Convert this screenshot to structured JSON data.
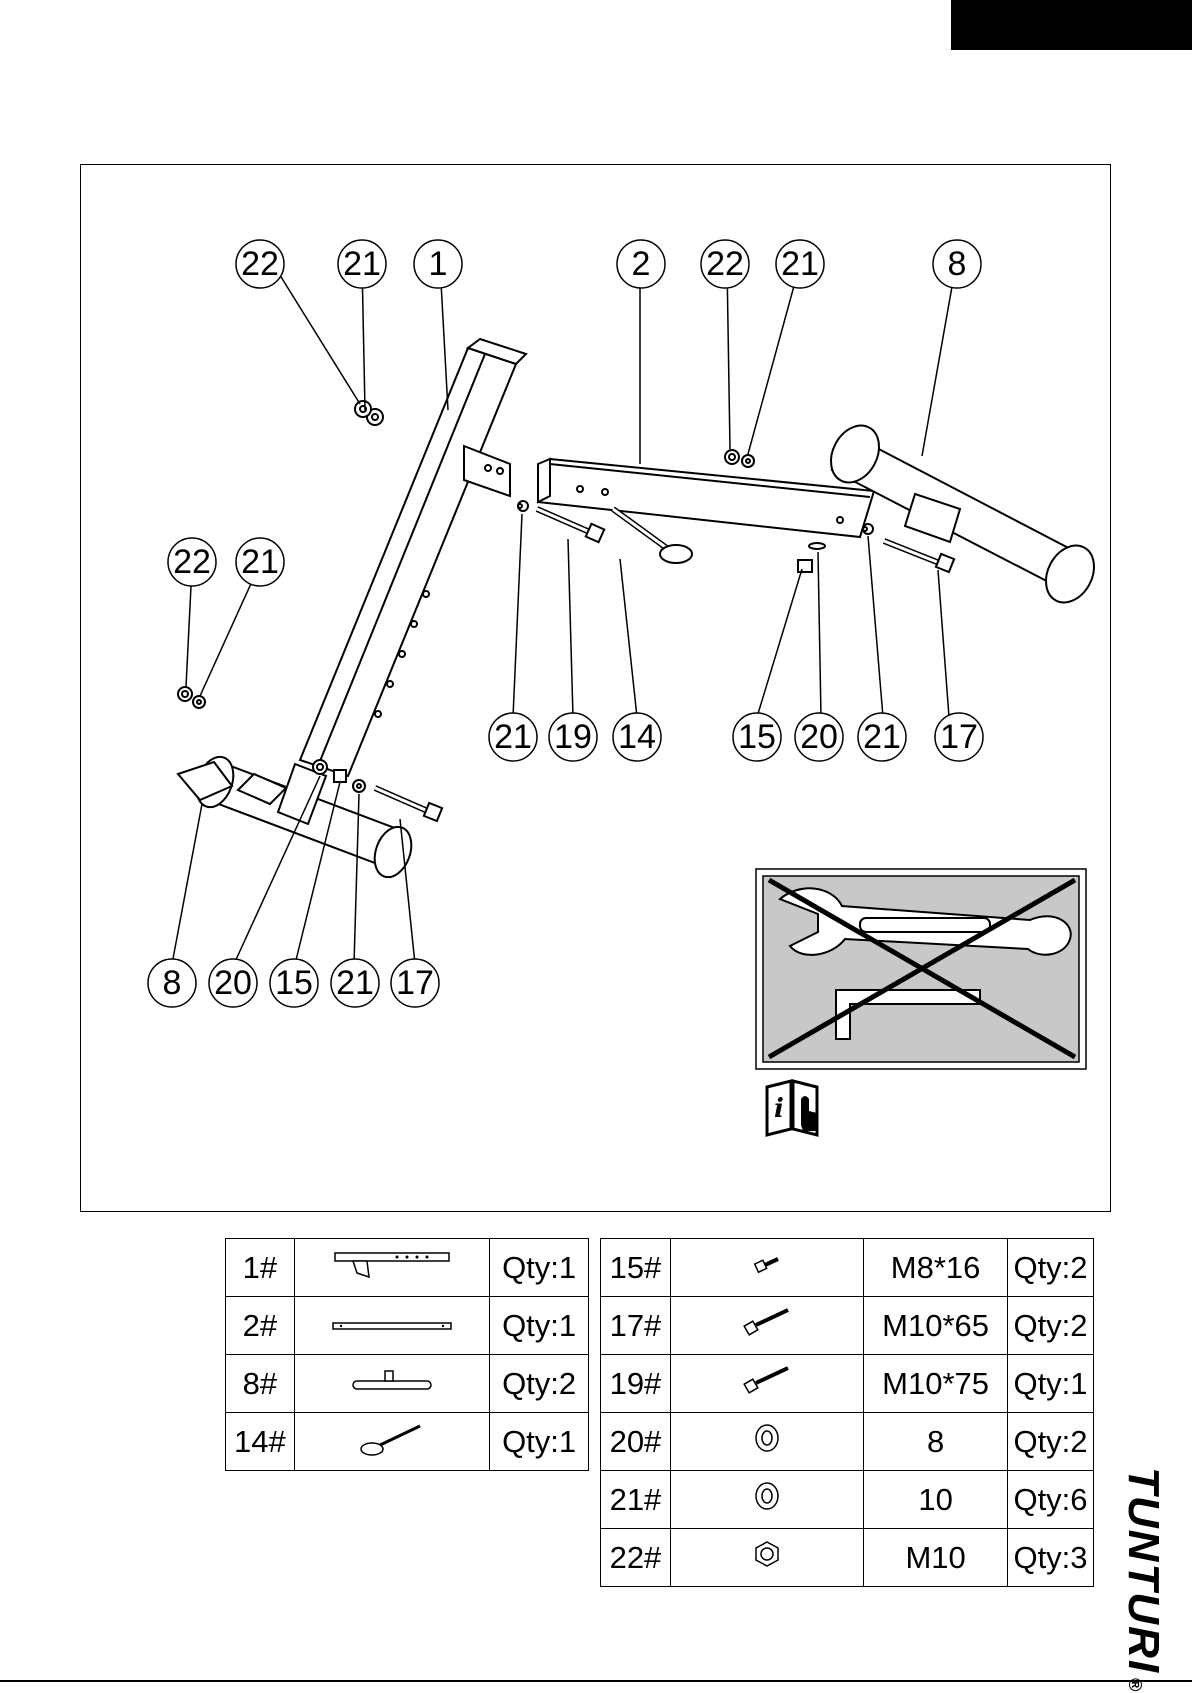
{
  "callouts": {
    "c_22a": "22",
    "c_21a": "21",
    "c_1": "1",
    "c_2": "2",
    "c_22b": "22",
    "c_21b": "21",
    "c_8a": "8",
    "c_22c": "22",
    "c_21c": "21",
    "c_21d": "21",
    "c_19": "19",
    "c_14": "14",
    "c_15a": "15",
    "c_20a": "20",
    "c_21e": "21",
    "c_17a": "17",
    "c_8b": "8",
    "c_20b": "20",
    "c_15b": "15",
    "c_21f": "21",
    "c_17b": "17"
  },
  "notice": {
    "prohibited_tools_icons": [
      "wrench-icon",
      "hex-key-icon"
    ],
    "info_icon": "manual-info-icon"
  },
  "parts_left": [
    {
      "num": "1#",
      "icon": "main-frame-icon",
      "qty": "Qty:1"
    },
    {
      "num": "2#",
      "icon": "cross-bar-icon",
      "qty": "Qty:1"
    },
    {
      "num": "8#",
      "icon": "foot-tube-icon",
      "qty": "Qty:2"
    },
    {
      "num": "14#",
      "icon": "pin-icon",
      "qty": "Qty:1"
    }
  ],
  "parts_right": [
    {
      "num": "15#",
      "icon": "short-bolt-icon",
      "size": "M8*16",
      "qty": "Qty:2"
    },
    {
      "num": "17#",
      "icon": "bolt-icon",
      "size": "M10*65",
      "qty": "Qty:2"
    },
    {
      "num": "19#",
      "icon": "bolt-icon",
      "size": "M10*75",
      "qty": "Qty:1"
    },
    {
      "num": "20#",
      "icon": "washer-icon",
      "size": "8",
      "qty": "Qty:2"
    },
    {
      "num": "21#",
      "icon": "washer-icon",
      "size": "10",
      "qty": "Qty:6"
    },
    {
      "num": "22#",
      "icon": "nut-icon",
      "size": "M10",
      "qty": "Qty:3"
    }
  ],
  "brand": {
    "name": "TUNTURI",
    "mark": "®"
  },
  "colors": {
    "ink": "#000000",
    "notice_bg": "#c8c8c8",
    "paper": "#ffffff"
  }
}
